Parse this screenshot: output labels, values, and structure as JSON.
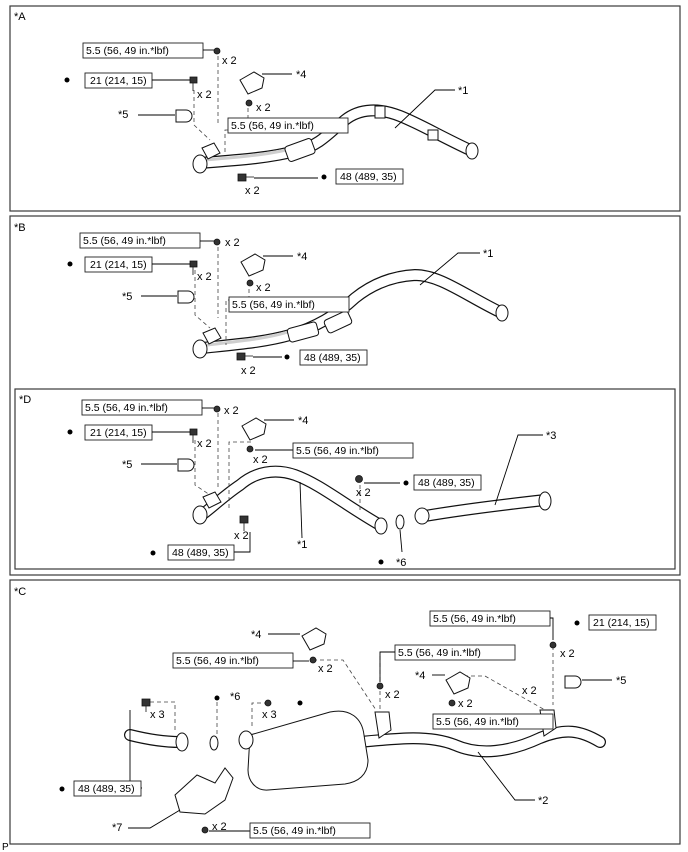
{
  "panels": {
    "A": "*A",
    "B": "*B",
    "D": "*D",
    "C": "*C"
  },
  "specs": {
    "nut_55": "5.5 (56, 49 in.*lbf)",
    "bolt_21": "21 (214, 15)",
    "bolt_48": "48 (489, 35)"
  },
  "qty": {
    "x2": "x 2",
    "x3": "x 3"
  },
  "callouts": {
    "c1": "*1",
    "c2": "*2",
    "c3": "*3",
    "c4": "*4",
    "c5": "*5",
    "c6": "*6",
    "c7": "*7"
  },
  "footer": {
    "code": "P"
  },
  "legend_dot": "black dot = replace/non-reusable part marker",
  "icons": [
    "nut-icon",
    "bolt-icon",
    "gasket-icon",
    "hanger-icon",
    "sensor-icon",
    "bracket-icon"
  ]
}
